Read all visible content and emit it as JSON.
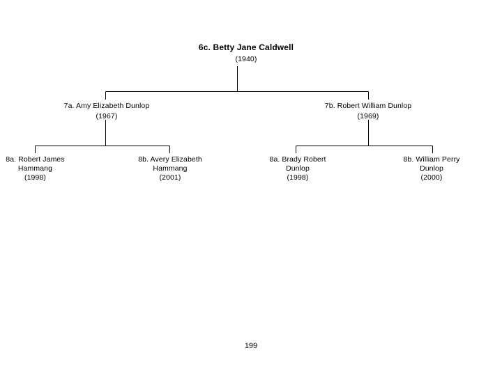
{
  "page": {
    "number": "199",
    "background_color": "#ffffff",
    "line_color": "#000000",
    "text_color": "#000000"
  },
  "chart_data": {
    "type": "diagram",
    "diagram_kind": "family-tree",
    "title": "6c. Betty Jane Caldwell",
    "generations": 3,
    "nodes": [
      {
        "id": "root",
        "generation": 6,
        "label": "6c. Betty Jane Caldwell",
        "year": "(1940)",
        "children": [
          "7a",
          "7b"
        ]
      },
      {
        "id": "7a",
        "generation": 7,
        "label": "7a. Amy Elizabeth Dunlop",
        "year": "(1967)",
        "children": [
          "8a-hammang",
          "8b-hammang"
        ]
      },
      {
        "id": "7b",
        "generation": 7,
        "label": "7b. Robert William Dunlop",
        "year": "(1969)",
        "children": [
          "8a-dunlop",
          "8b-dunlop"
        ]
      },
      {
        "id": "8a-hammang",
        "generation": 8,
        "label": "8a. Robert James\nHammang",
        "year": "(1998)",
        "children": []
      },
      {
        "id": "8b-hammang",
        "generation": 8,
        "label": "8b. Avery Elizabeth\nHammang",
        "year": "(2001)",
        "children": []
      },
      {
        "id": "8a-dunlop",
        "generation": 8,
        "label": "8a. Brady Robert\nDunlop",
        "year": "(1998)",
        "children": []
      },
      {
        "id": "8b-dunlop",
        "generation": 8,
        "label": "8b. William Perry\nDunlop",
        "year": "(2000)",
        "children": []
      }
    ]
  }
}
